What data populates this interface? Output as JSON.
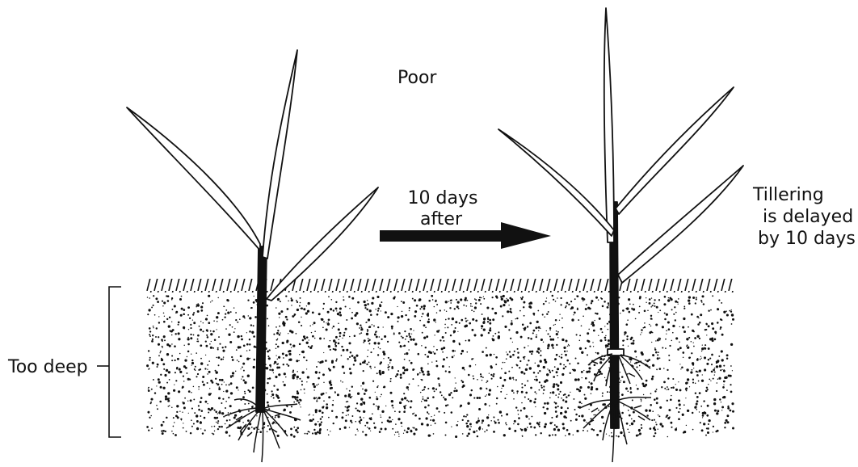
{
  "labels": {
    "title": "Poor",
    "arrow_line1": "10 days",
    "arrow_line2": "after",
    "result_line1": "Tillering",
    "result_line2": "is delayed",
    "result_line3": "by 10 days",
    "depth_label": "Too deep"
  },
  "colors": {
    "ink": "#111111",
    "background": "#ffffff"
  }
}
